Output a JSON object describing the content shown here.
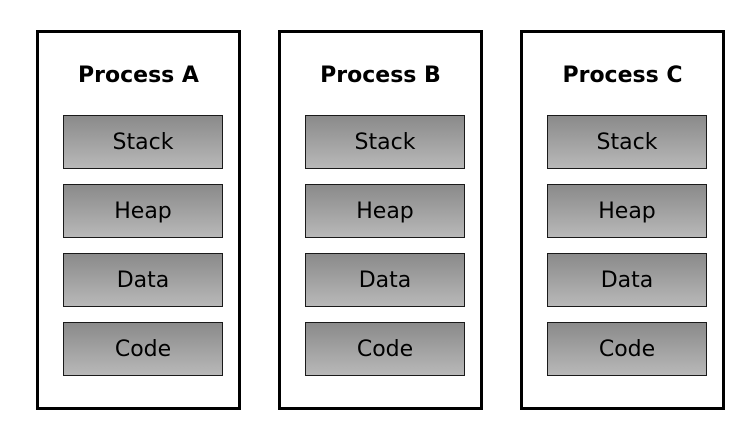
{
  "processes": [
    {
      "title": "Process A",
      "segments": [
        "Stack",
        "Heap",
        "Data",
        "Code"
      ]
    },
    {
      "title": "Process B",
      "segments": [
        "Stack",
        "Heap",
        "Data",
        "Code"
      ]
    },
    {
      "title": "Process C",
      "segments": [
        "Stack",
        "Heap",
        "Data",
        "Code"
      ]
    }
  ],
  "colors": {
    "border": "#000000",
    "segment_top": "#8a8a8a",
    "segment_bottom": "#b8b8b8",
    "background": "#ffffff"
  }
}
